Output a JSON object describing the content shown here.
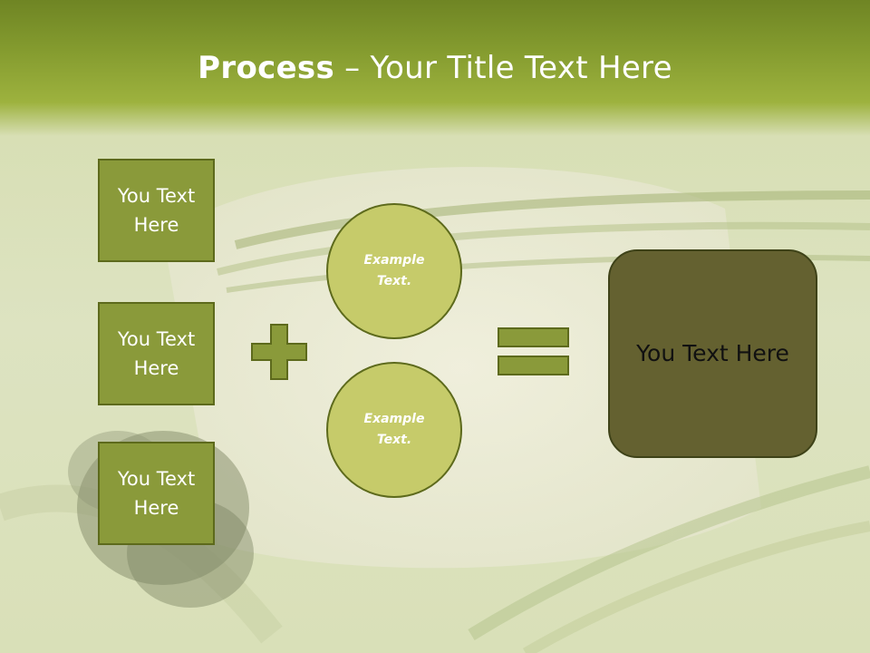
{
  "slide": {
    "title_bold": "Process",
    "title_rest": " – Your Title Text Here"
  },
  "left_boxes": [
    {
      "label": "You Text Here"
    },
    {
      "label": "You Text Here"
    },
    {
      "label": "You Text Here"
    }
  ],
  "circles": [
    {
      "label": "Example Text."
    },
    {
      "label": "Example Text."
    }
  ],
  "result": {
    "label": "You Text Here"
  },
  "colors": {
    "header": "#839a2e",
    "box_fill": "#8a9a3a",
    "circle_fill": "#c6cb6a",
    "result_fill": "#646130",
    "outline": "#5d6a1c"
  },
  "icons": {
    "operator_1": "plus-icon",
    "operator_2": "equals-icon"
  }
}
